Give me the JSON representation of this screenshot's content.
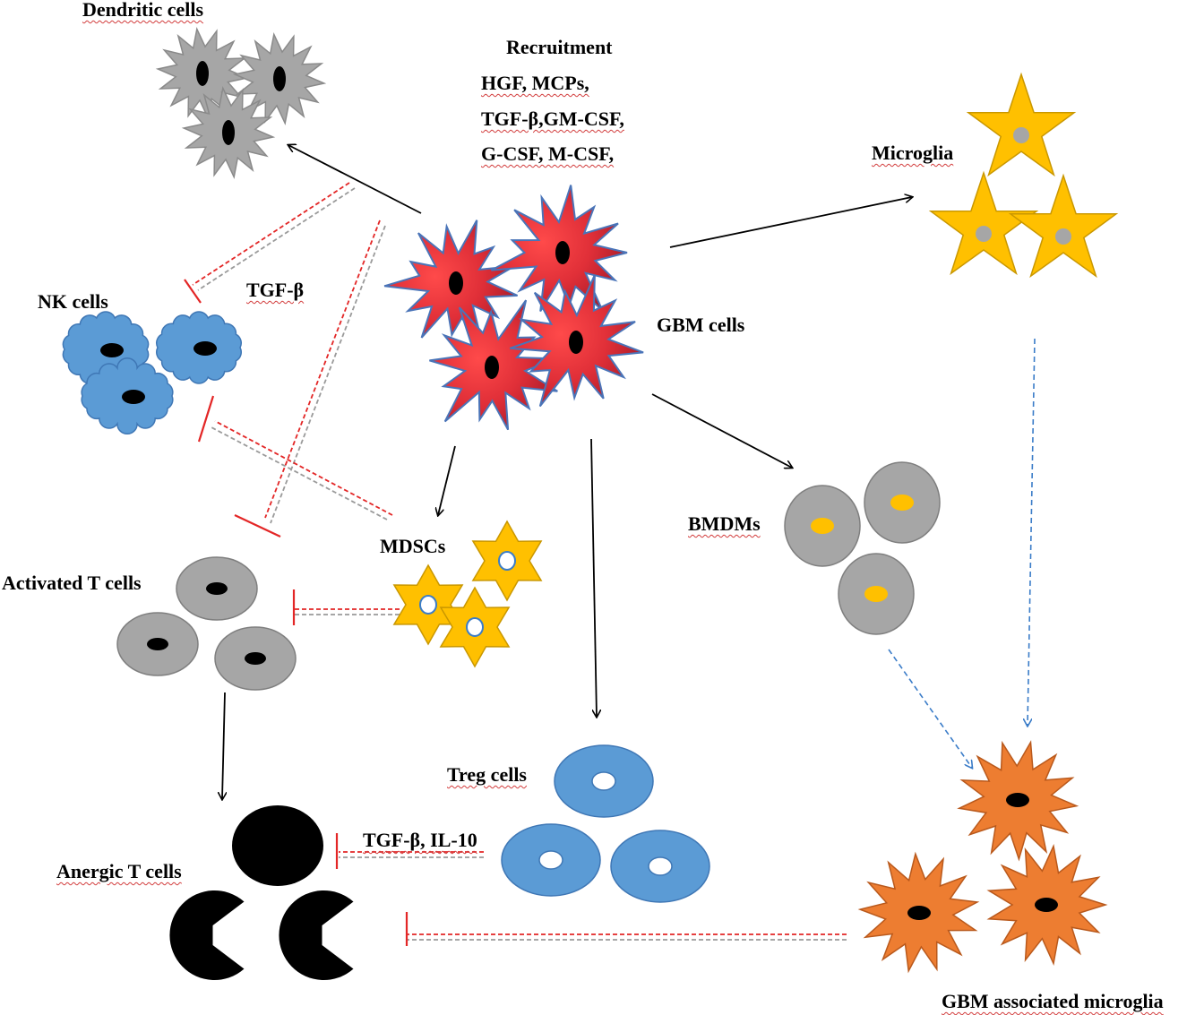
{
  "labels": {
    "dendritic_cells": "Dendritic cells",
    "recruitment_title": "Recruitment",
    "recruitment_line1": "HGF, MCPs,",
    "recruitment_line2": "TGF-β,GM-CSF,",
    "recruitment_line3": "G-CSF, M-CSF,",
    "microglia": "Microglia",
    "nk_cells": "NK cells",
    "tgf_beta": "TGF-β",
    "gbm_cells": "GBM cells",
    "bmdms": "BMDMs",
    "mdscs": "MDSCs",
    "activated_t_cells": "Activated T cells",
    "treg_cells": "Treg cells",
    "tgf_beta_il10": "TGF-β, IL-10",
    "anergic_t_cells": "Anergic T cells",
    "gbm_associated_microglia": "GBM associated microglia"
  },
  "colors": {
    "gbm_cell": "#e8323c",
    "gbm_outline": "#4a74b8",
    "dendritic_cell": "#a6a6a6",
    "nk_cell": "#5b9bd5",
    "microglia": "#ffc000",
    "mdsc": "#ffc000",
    "bmdm": "#a6a6a6",
    "treg": "#5b9bd5",
    "gam": "#ed7d31",
    "activating_arrow": "#000000",
    "inhibitory_line": "#e32626",
    "differentiation_arrow": "#3a7cc8"
  }
}
